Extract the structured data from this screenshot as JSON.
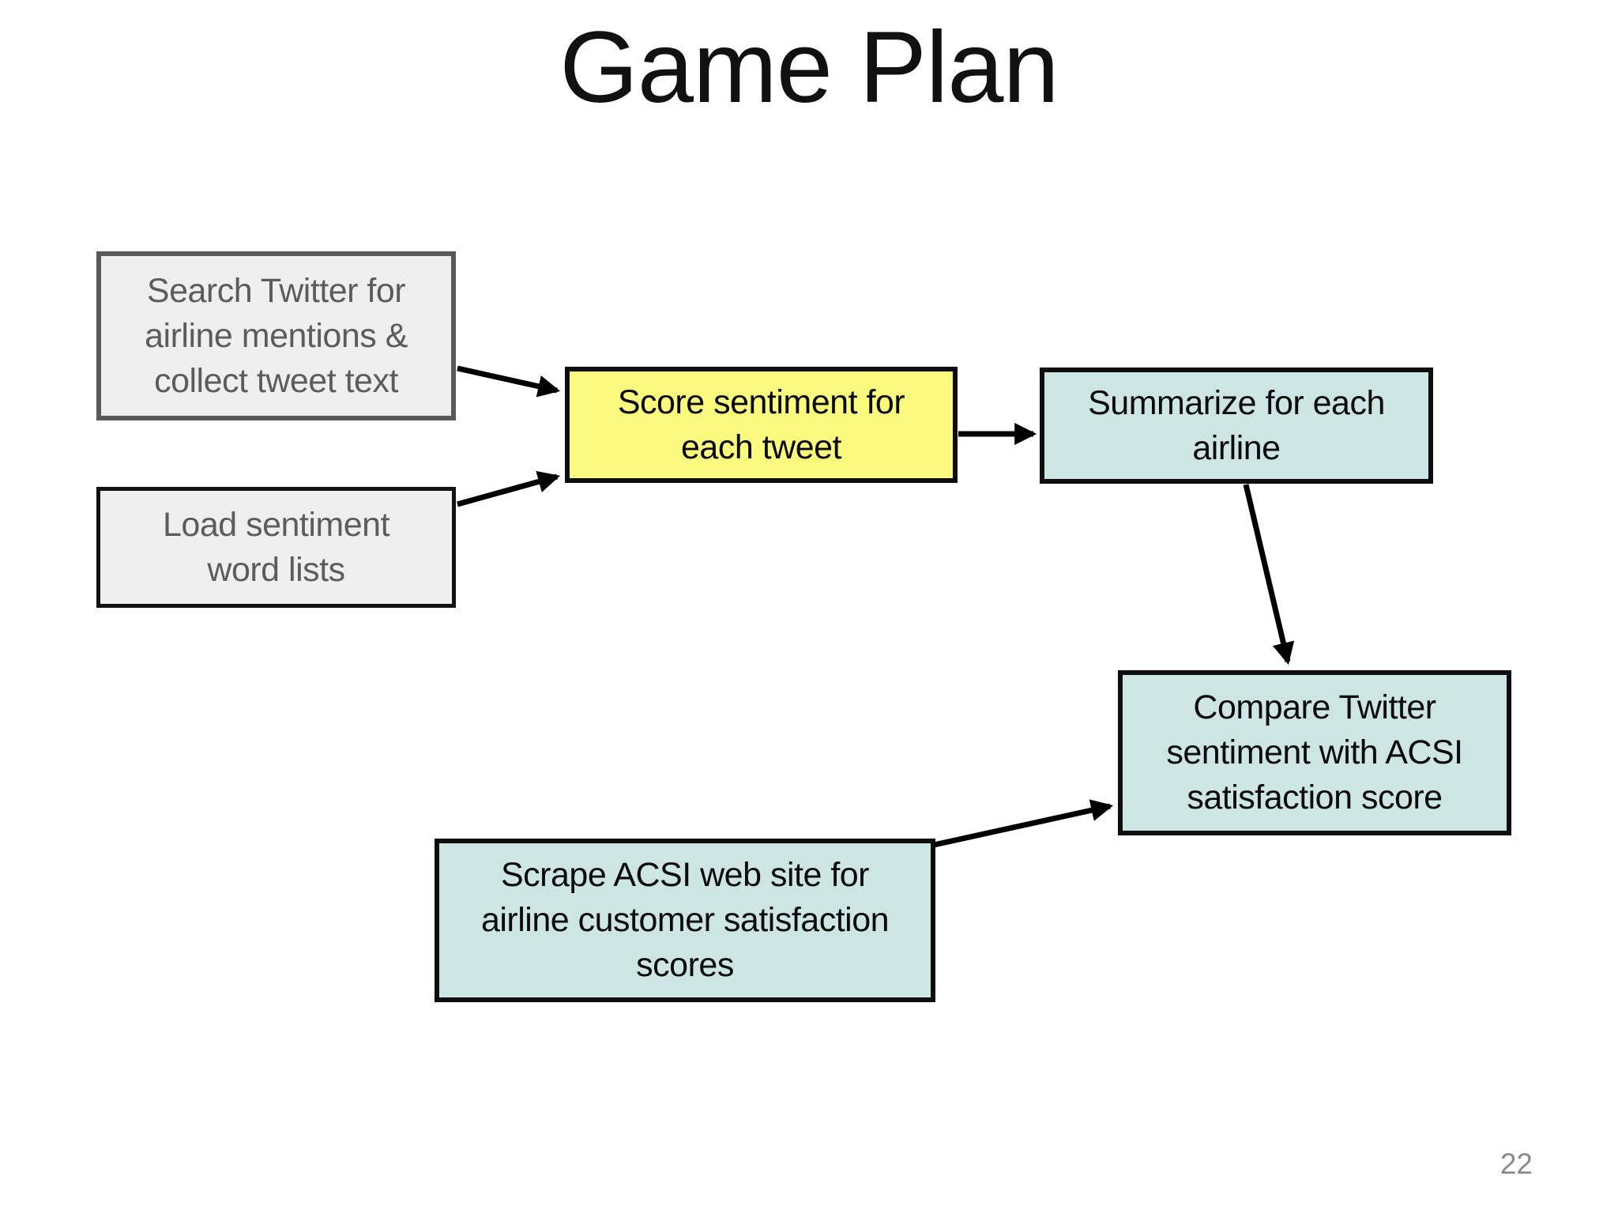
{
  "slide": {
    "title": "Game Plan",
    "page_number": "22",
    "background_color": "#FFFFFF"
  },
  "colors": {
    "gray_node_fill": "#EFEFEF",
    "gray_node_border": "#595959",
    "gray_node_text": "#5C5C5C",
    "black_border": "#0D0D0D",
    "yellow_node_fill": "#FAFA7E",
    "blue_node_fill": "#CDE6E4",
    "title_text": "#111111",
    "page_number_text": "#8A8A8F",
    "arrow": "#000000"
  },
  "diagram": {
    "nodes": [
      {
        "id": "search-twitter",
        "style": "gray",
        "text": "Search Twitter for\nairline mentions &\ncollect tweet text"
      },
      {
        "id": "load-wordlists",
        "style": "gray",
        "text": "Load sentiment\nword lists"
      },
      {
        "id": "score-sentiment",
        "style": "yellow",
        "text": "Score sentiment for\neach tweet"
      },
      {
        "id": "summarize",
        "style": "blue",
        "text": "Summarize for each\nairline"
      },
      {
        "id": "compare",
        "style": "blue",
        "text": "Compare Twitter\nsentiment with ACSI\nsatisfaction score"
      },
      {
        "id": "scrape-acsi",
        "style": "blue",
        "text": "Scrape ACSI web site for\nairline customer satisfaction\nscores"
      }
    ],
    "edges": [
      {
        "from": "search-twitter",
        "to": "score-sentiment"
      },
      {
        "from": "load-wordlists",
        "to": "score-sentiment"
      },
      {
        "from": "score-sentiment",
        "to": "summarize"
      },
      {
        "from": "summarize",
        "to": "compare"
      },
      {
        "from": "scrape-acsi",
        "to": "compare"
      }
    ]
  }
}
